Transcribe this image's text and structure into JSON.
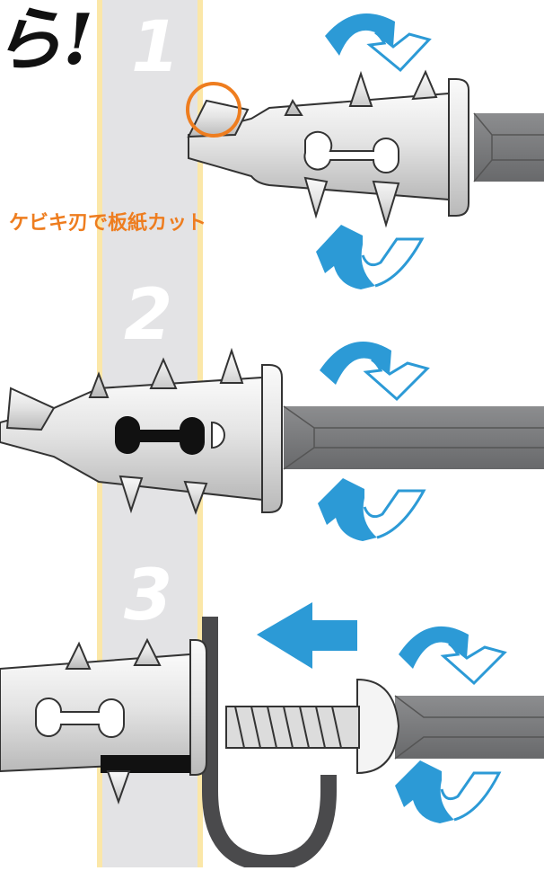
{
  "diagram": {
    "headline_fragment": "ら!",
    "steps": [
      {
        "number": "1"
      },
      {
        "number": "2"
      },
      {
        "number": "3"
      }
    ],
    "callout": "ケビキ刃で板紙カット",
    "colors": {
      "arrow_blue": "#2c9ad6",
      "accent_orange": "#ee7d1f",
      "wall_gray": "#e3e3e5",
      "wall_edge": "#fbe7a8",
      "driver_gray": "#7b7c7e",
      "anchor_light": "#e6e6e6",
      "hook_dark": "#4a4a4c"
    },
    "icons": [
      "rotate-clockwise-arrow-icon",
      "push-left-arrow-icon"
    ]
  }
}
